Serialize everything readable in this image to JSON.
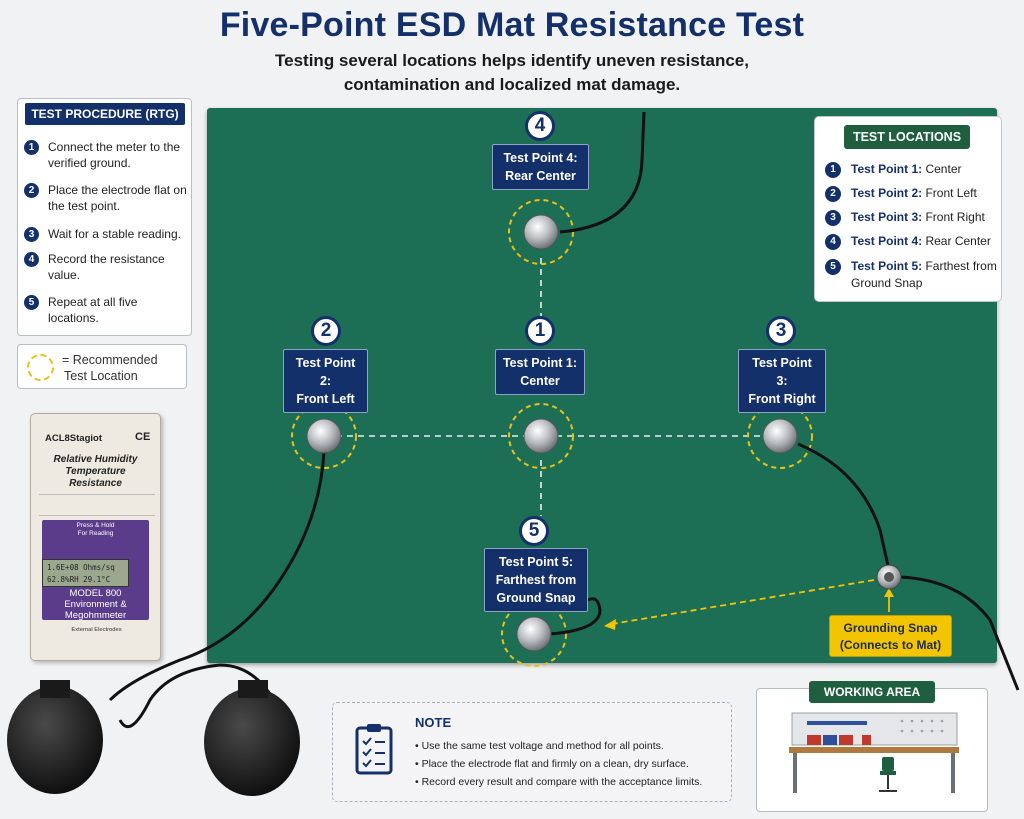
{
  "header": {
    "title": "Five-Point ESD Mat Resistance Test",
    "subtitle_line1": "Testing several locations helps identify uneven resistance,",
    "subtitle_line2": "contamination and localized mat damage."
  },
  "procedure": {
    "heading": "TEST PROCEDURE (RTG)",
    "steps": [
      {
        "num": "1",
        "text": "Connect the meter to the verified ground."
      },
      {
        "num": "2",
        "text": "Place the electrode flat on the test point."
      },
      {
        "num": "3",
        "text": "Wait for a stable reading."
      },
      {
        "num": "4",
        "text": "Record the resistance value."
      },
      {
        "num": "5",
        "text": "Repeat at all five locations."
      }
    ]
  },
  "legend": {
    "text_line1": "= Recommended",
    "text_line2": "Test Location"
  },
  "points": [
    {
      "num": "1",
      "label_line1": "Test Point 1:",
      "label_line2": "Center",
      "label_line3": ""
    },
    {
      "num": "2",
      "label_line1": "Test Point 2:",
      "label_line2": "Front Left",
      "label_line3": ""
    },
    {
      "num": "3",
      "label_line1": "Test Point 3:",
      "label_line2": "Front Right",
      "label_line3": ""
    },
    {
      "num": "4",
      "label_line1": "Test Point 4:",
      "label_line2": "Rear Center",
      "label_line3": ""
    },
    {
      "num": "5",
      "label_line1": "Test Point 5:",
      "label_line2": "Farthest from",
      "label_line3": "Ground Snap"
    }
  ],
  "locations": {
    "heading": "TEST LOCATIONS",
    "items": [
      {
        "num": "1",
        "name": "Test Point 1:",
        "desc": "Center"
      },
      {
        "num": "2",
        "name": "Test Point 2:",
        "desc": "Front Left"
      },
      {
        "num": "3",
        "name": "Test Point 3:",
        "desc": "Front Right"
      },
      {
        "num": "4",
        "name": "Test Point 4:",
        "desc": "Rear Center"
      },
      {
        "num": "5",
        "name": "Test Point 5:",
        "desc": "Farthest from Ground Snap"
      }
    ]
  },
  "grounding_snap": {
    "line1": "Grounding Snap",
    "line2": "(Connects to Mat)"
  },
  "meter": {
    "brand": "ACL8Stagiot",
    "ce": "CE",
    "desc_line1": "Relative Humidity",
    "desc_line2": "Temperature",
    "desc_line3": "Resistance",
    "press_line1": "Press & Hold",
    "press_line2": "For Reading",
    "lcd_line1": "1.6E+08 Ohms/sq",
    "lcd_line2": "62.8%RH  29.1°C",
    "model_line1": "MODEL 800",
    "model_line2": "Environment &",
    "model_line3": "Megohmmeter",
    "ext_line1": "External Electrodes"
  },
  "note": {
    "title": "NOTE",
    "items": [
      "Use the same test voltage and method for all points.",
      "Place the electrode flat and firmly on a clean, dry surface.",
      "Record every result and compare with the acceptance limits."
    ]
  },
  "working_area": {
    "heading": "WORKING AREA"
  },
  "colors": {
    "mat": "#1c6e55",
    "navy": "#14306b",
    "accent_yellow": "#f2c500",
    "header_green": "#1f5e3f"
  }
}
